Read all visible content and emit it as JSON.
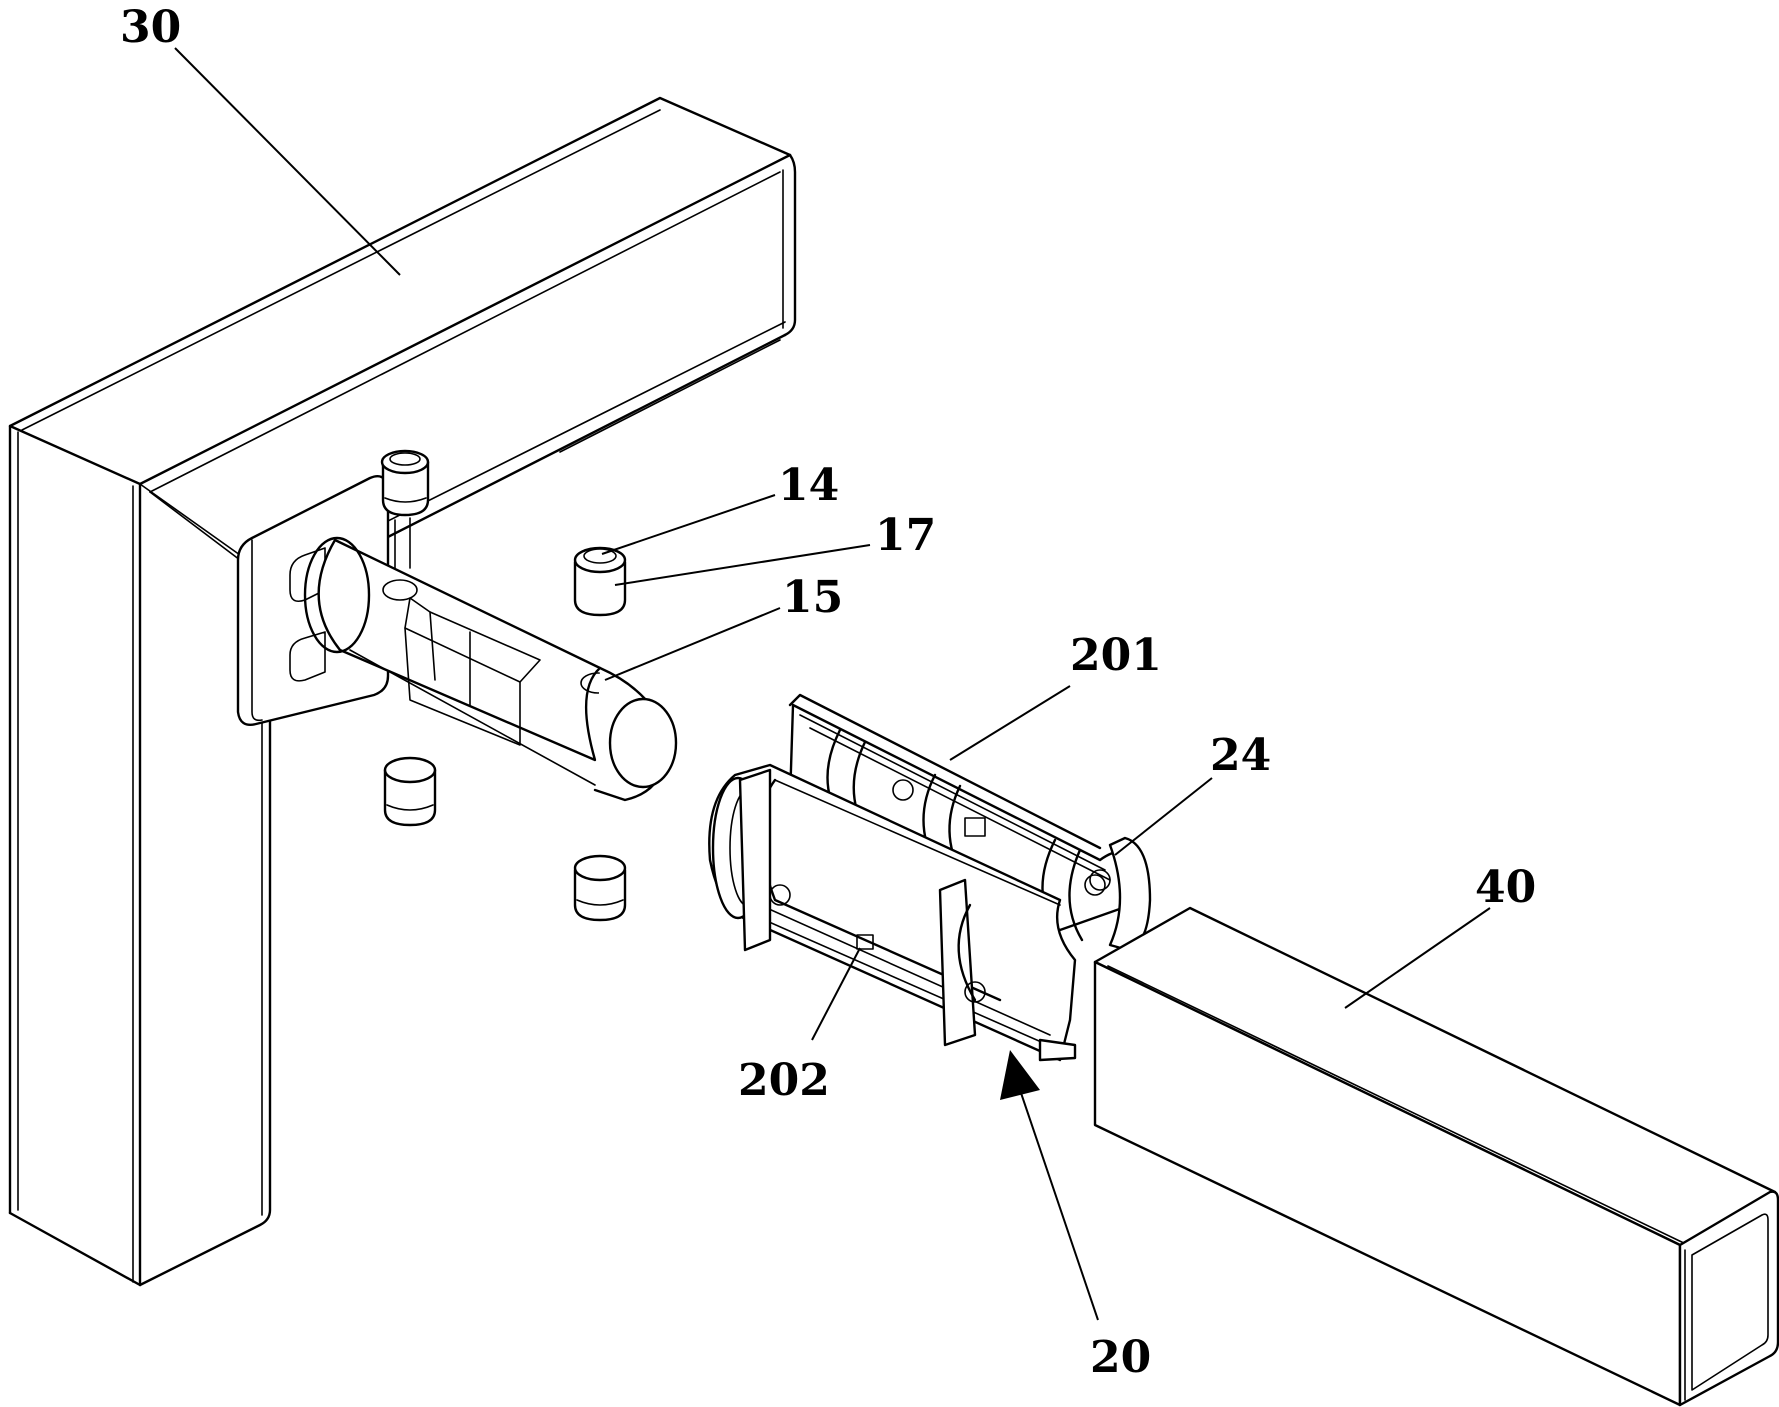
{
  "labels": {
    "l30": "30",
    "l14": "14",
    "l17": "17",
    "l15": "15",
    "l201": "201",
    "l24": "24",
    "l40": "40",
    "l202": "202",
    "l20": "20"
  }
}
